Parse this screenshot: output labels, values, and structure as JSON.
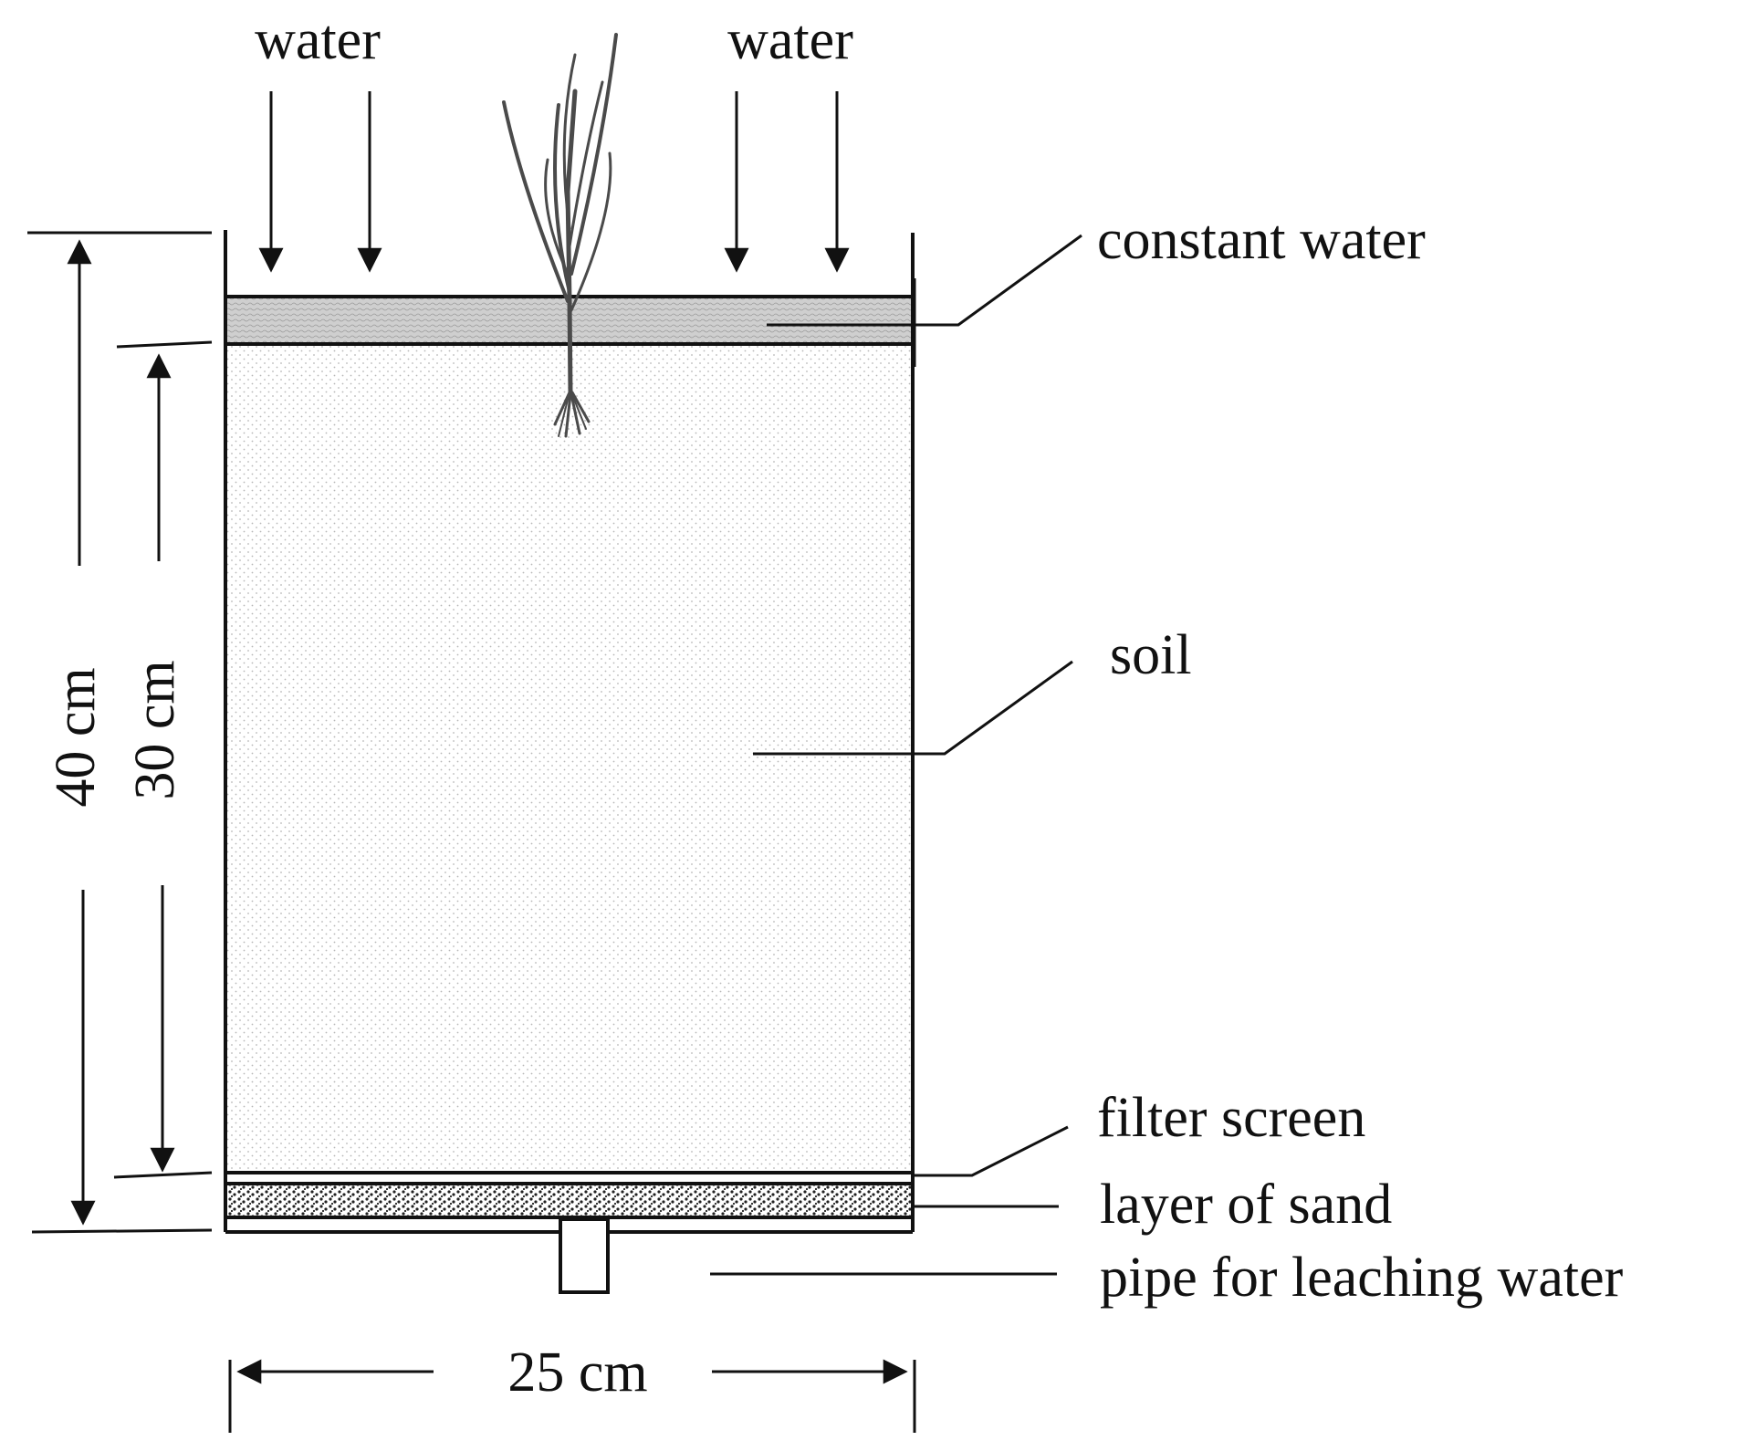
{
  "labels": {
    "water_left": "water",
    "water_right": "water",
    "constant_water": "constant water",
    "soil": "soil",
    "filter_screen": "filter screen",
    "layer_of_sand": "layer of sand",
    "pipe": "pipe for leaching water"
  },
  "dimensions": {
    "height_total": "40 cm",
    "height_soil": "30 cm",
    "width": "25 cm"
  },
  "icons": {
    "plant": "rice-seedling-icon"
  },
  "colors": {
    "line": "#111111",
    "water_fill": "#c9c9c9",
    "soil_dot": "#b8b8b8",
    "sand_dot": "#222222"
  }
}
